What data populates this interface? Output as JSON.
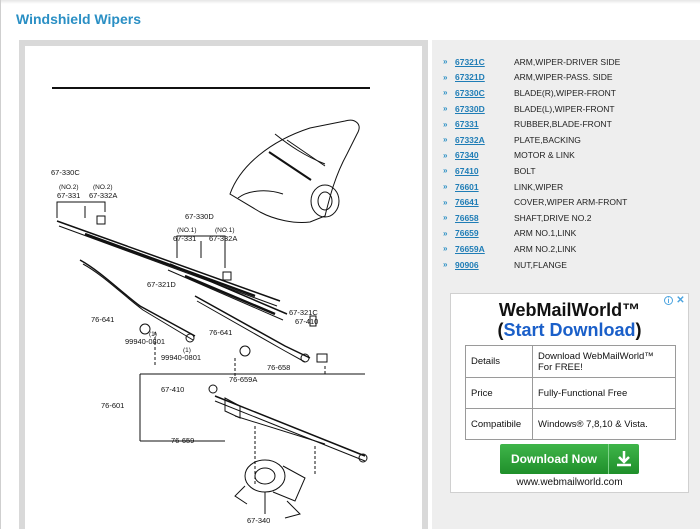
{
  "page": {
    "title": "Windshield Wipers"
  },
  "diagram": {
    "labels": {
      "l67330c": "67-330C",
      "no2a": "(NO.2)",
      "no2b": "(NO.2)",
      "l67331a": "67-331",
      "l67332a_a": "67-332A",
      "l67330d": "67-330D",
      "no1a": "(NO.1)",
      "no1b": "(NO.1)",
      "l67331b": "67-331",
      "l67332a_b": "67-332A",
      "l67321d": "67-321D",
      "l76641a": "76-641",
      "one_a": "(1)",
      "l99940a": "99940-0801",
      "l67321c": "67-321C",
      "l67410a": "67-410",
      "l76641b": "76-641",
      "one_b": "(1)",
      "l99940b": "99940-0801",
      "l76658": "76-658",
      "l76659a": "76-659A",
      "l67410b": "67-410",
      "l76601": "76-601",
      "l76659": "76-659",
      "l67340": "67-340"
    }
  },
  "parts": [
    {
      "number": "67321C",
      "description": "ARM,WIPER-DRIVER SIDE"
    },
    {
      "number": "67321D",
      "description": "ARM,WIPER-PASS. SIDE"
    },
    {
      "number": "67330C",
      "description": "BLADE(R),WIPER-FRONT"
    },
    {
      "number": "67330D",
      "description": "BLADE(L),WIPER-FRONT"
    },
    {
      "number": "67331",
      "description": "RUBBER,BLADE-FRONT"
    },
    {
      "number": "67332A",
      "description": "PLATE,BACKING"
    },
    {
      "number": "67340",
      "description": "MOTOR & LINK"
    },
    {
      "number": "67410",
      "description": "BOLT"
    },
    {
      "number": "76601",
      "description": "LINK,WIPER"
    },
    {
      "number": "76641",
      "description": "COVER,WIPER ARM-FRONT"
    },
    {
      "number": "76658",
      "description": "SHAFT,DRIVE NO.2"
    },
    {
      "number": "76659",
      "description": "ARM NO.1,LINK"
    },
    {
      "number": "76659A",
      "description": "ARM NO.2,LINK"
    },
    {
      "number": "90906",
      "description": "NUT,FLANGE"
    }
  ],
  "ad": {
    "title": "WebMailWorld™",
    "sub_open": "(",
    "sub_link": "Start Download",
    "sub_close": ")",
    "rows": [
      {
        "key": "Details",
        "value": "Download WebMailWorld™ For FREE!"
      },
      {
        "key": "Price",
        "value": "Fully-Functional Free"
      },
      {
        "key": "Compatibile",
        "value": "Windows® 7,8,10 & Vista."
      }
    ],
    "button_label": "Download Now",
    "url": "www.webmailworld.com",
    "info_glyph": "i",
    "close_glyph": "✕"
  },
  "colors": {
    "accent": "#2a8fc4",
    "link": "#1f7db6",
    "download_green": "#2aa637"
  },
  "icons": {
    "bullet": "»",
    "download": "download-arrow-icon"
  }
}
